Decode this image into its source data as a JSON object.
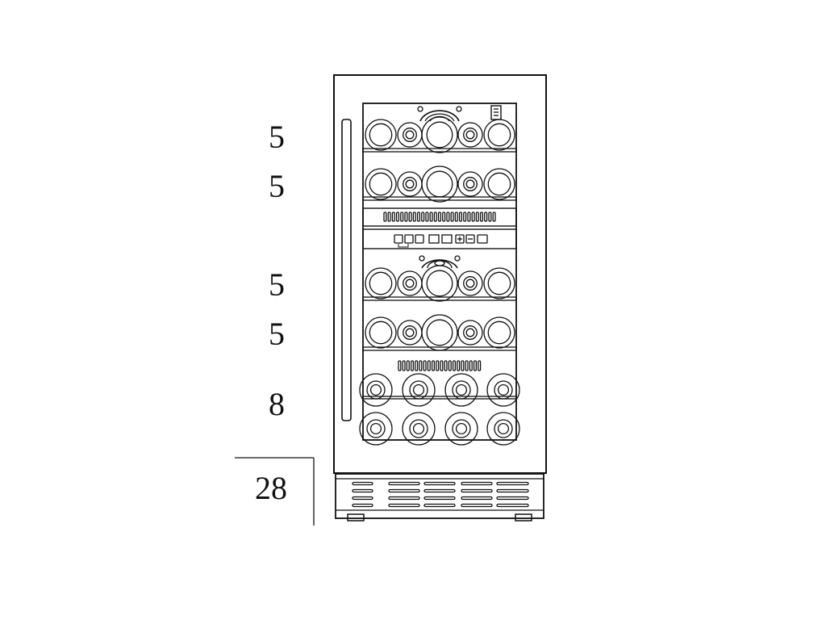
{
  "shelf_labels": [
    "5",
    "5",
    "5",
    "5",
    "8"
  ],
  "total_capacity": "28",
  "colors": {
    "stroke": "#111111",
    "background": "#ffffff"
  }
}
